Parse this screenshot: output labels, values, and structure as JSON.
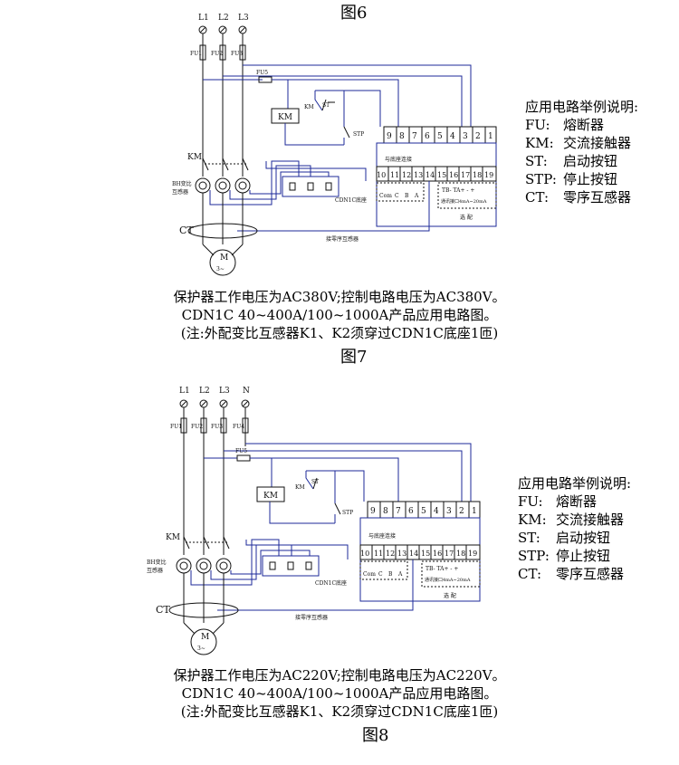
{
  "figures": {
    "fig6_title": "图6",
    "fig7_title": "图7",
    "fig8_title": "图8"
  },
  "legend_title": "应用电路举例说明:",
  "legend_items": [
    {
      "code": "FU:",
      "desc": "熔断器"
    },
    {
      "code": "KM:",
      "desc": "交流接触器"
    },
    {
      "code": "ST:",
      "desc": "启动按钮"
    },
    {
      "code": "STP:",
      "desc": "停止按钮"
    },
    {
      "code": "CT:",
      "desc": "零序互感器"
    }
  ],
  "diagram1": {
    "phases": [
      "L1",
      "L2",
      "L3"
    ],
    "fuses": [
      "FU1",
      "FU2",
      "FU3"
    ],
    "fu5": "FU5",
    "km": "KM",
    "st": "ST",
    "stp": "STP",
    "ct_label": "CT",
    "bh_label_1": "BH变比",
    "bh_label_2": "互感器",
    "base_label": "CDN1C底座",
    "zero_seq": "接零序互感器",
    "motor_m": "M",
    "motor_3": "3~",
    "terminals_top": [
      "9",
      "8",
      "7",
      "6",
      "5",
      "4",
      "3",
      "2",
      "1"
    ],
    "terminals_bottom": [
      "10",
      "11",
      "12",
      "13",
      "14",
      "15",
      "16",
      "17",
      "18",
      "19"
    ],
    "conn_label": "与底座连接",
    "com_labels": [
      "Com",
      "C",
      "B",
      "A"
    ],
    "opt_label1": "TB- TA+  -  +",
    "opt_label2": "通讯接口4mA~20mA",
    "opt_label3": "选 配",
    "caption_1": "保护器工作电压为AC380V;控制电路电压为AC380V。",
    "caption_2": "CDN1C 40~400A/100~1000A产品应用电路图。",
    "caption_3": "(注:外配变比互感器K1、K2须穿过CDN1C底座1匝)"
  },
  "diagram2": {
    "phases": [
      "L1",
      "L2",
      "L3",
      "N"
    ],
    "fuses": [
      "FU1",
      "FU2",
      "FU3",
      "FU4"
    ],
    "fu5": "FU5",
    "km": "KM",
    "st": "ST",
    "stp": "STP",
    "ct_label": "CT",
    "bh_label_1": "BH变比",
    "bh_label_2": "互感器",
    "base_label": "CDN1C底座",
    "zero_seq": "接零序互感器",
    "motor_m": "M",
    "motor_3": "3~",
    "terminals_top": [
      "9",
      "8",
      "7",
      "6",
      "5",
      "4",
      "3",
      "2",
      "1"
    ],
    "terminals_bottom": [
      "10",
      "11",
      "12",
      "13",
      "14",
      "15",
      "16",
      "17",
      "18",
      "19"
    ],
    "conn_label": "与底座连接",
    "com_labels": [
      "Com",
      "C",
      "B",
      "A"
    ],
    "opt_label1": "TB- TA+  -  +",
    "opt_label2": "通讯接口4mA~20mA",
    "opt_label3": "选 配",
    "caption_1": "保护器工作电压为AC220V;控制电路电压为AC220V。",
    "caption_2": "CDN1C 40~400A/100~1000A产品应用电路图。",
    "caption_3": "(注:外配变比互感器K1、K2须穿过CDN1C底座1匝)"
  }
}
